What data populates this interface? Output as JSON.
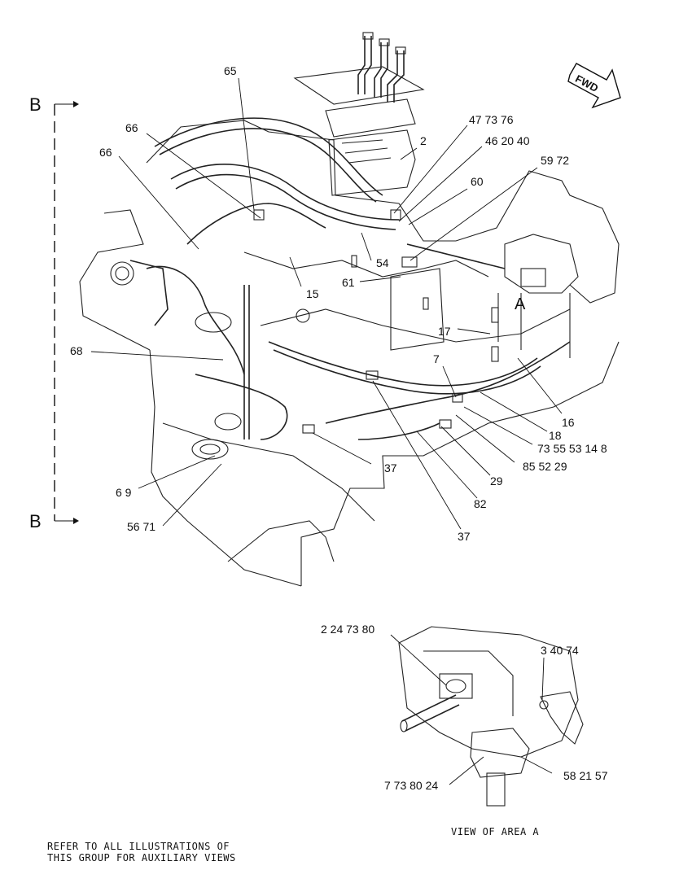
{
  "section_marks": {
    "top": "B",
    "bottom": "B"
  },
  "fwd_label": "FWD",
  "area_a_marker": "A",
  "callouts": {
    "c65": "65",
    "c66a": "66",
    "c66b": "66",
    "c477376": "47 73 76",
    "c2": "2",
    "c462040": "46 20 40",
    "c5972": "59 72",
    "c60": "60",
    "c54": "54",
    "c15": "15",
    "c61": "61",
    "c17": "17",
    "c68": "68",
    "c7": "7",
    "c16": "16",
    "c18": "18",
    "c7355": "73 55 53 14 8",
    "c8552": "85 52 29",
    "c37a": "37",
    "c29": "29",
    "c69": "6 9",
    "c82": "82",
    "c5671": "56 71",
    "c37b": "37",
    "c2247380": "2 24 73 80",
    "c34074": "3 40 74",
    "c7738024": "7 73 80 24",
    "c582157": "58 21 57"
  },
  "view_caption": "VIEW OF AREA A",
  "note": "REFER TO ALL ILLUSTRATIONS OF\nTHIS GROUP FOR AUXILIARY VIEWS"
}
